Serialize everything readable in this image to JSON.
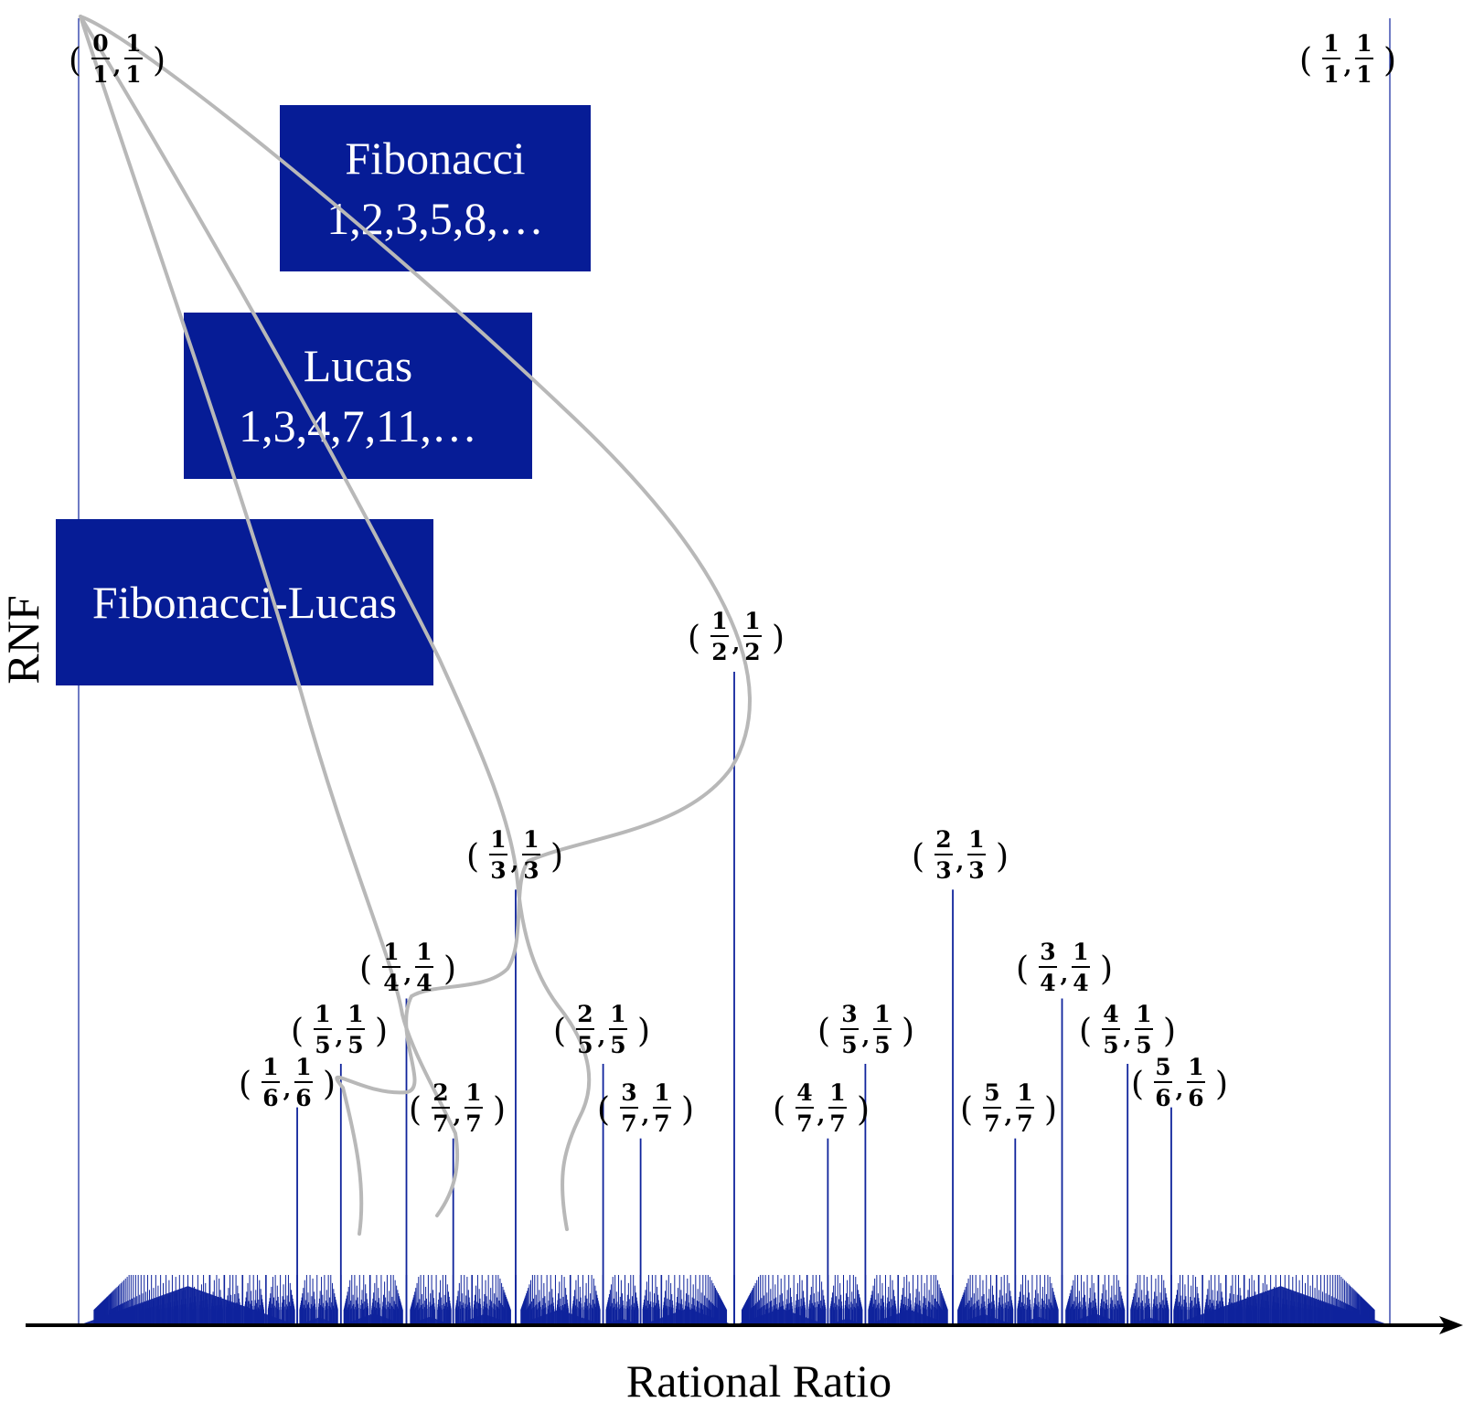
{
  "chart_data": {
    "type": "bar",
    "title": "",
    "xlabel": "Rational Ratio",
    "ylabel": "RNF",
    "xlim": [
      0,
      1
    ],
    "series_color": "#0f239c",
    "box_color": "#061c96",
    "curve_color": "#b8b8b8",
    "axis_color": "#000000",
    "labeled_points": [
      {
        "x": 0,
        "y": 1.0,
        "a": "0",
        "a_den": "1",
        "b": "1",
        "b_den": "1"
      },
      {
        "x": 1,
        "y": 1.0,
        "a": "1",
        "a_den": "1",
        "b": "1",
        "b_den": "1"
      },
      {
        "x": 0.5,
        "y": 0.5,
        "a": "1",
        "a_den": "2",
        "b": "1",
        "b_den": "2"
      },
      {
        "x": 0.3333,
        "y": 0.3333,
        "a": "1",
        "a_den": "3",
        "b": "1",
        "b_den": "3"
      },
      {
        "x": 0.6667,
        "y": 0.3333,
        "a": "2",
        "a_den": "3",
        "b": "1",
        "b_den": "3"
      },
      {
        "x": 0.25,
        "y": 0.25,
        "a": "1",
        "a_den": "4",
        "b": "1",
        "b_den": "4"
      },
      {
        "x": 0.75,
        "y": 0.25,
        "a": "3",
        "a_den": "4",
        "b": "1",
        "b_den": "4"
      },
      {
        "x": 0.2,
        "y": 0.2,
        "a": "1",
        "a_den": "5",
        "b": "1",
        "b_den": "5"
      },
      {
        "x": 0.4,
        "y": 0.2,
        "a": "2",
        "a_den": "5",
        "b": "1",
        "b_den": "5"
      },
      {
        "x": 0.6,
        "y": 0.2,
        "a": "3",
        "a_den": "5",
        "b": "1",
        "b_den": "5"
      },
      {
        "x": 0.8,
        "y": 0.2,
        "a": "4",
        "a_den": "5",
        "b": "1",
        "b_den": "5"
      },
      {
        "x": 0.1667,
        "y": 0.1667,
        "a": "1",
        "a_den": "6",
        "b": "1",
        "b_den": "6"
      },
      {
        "x": 0.8333,
        "y": 0.1667,
        "a": "5",
        "a_den": "6",
        "b": "1",
        "b_den": "6"
      },
      {
        "x": 0.2857,
        "y": 0.1429,
        "a": "2",
        "a_den": "7",
        "b": "1",
        "b_den": "7"
      },
      {
        "x": 0.4286,
        "y": 0.1429,
        "a": "3",
        "a_den": "7",
        "b": "1",
        "b_den": "7"
      },
      {
        "x": 0.5714,
        "y": 0.1429,
        "a": "4",
        "a_den": "7",
        "b": "1",
        "b_den": "7"
      },
      {
        "x": 0.7143,
        "y": 0.1429,
        "a": "5",
        "a_den": "7",
        "b": "1",
        "b_den": "7"
      }
    ],
    "annotations": [
      {
        "id": "fibonacci",
        "lines": [
          "Fibonacci",
          "1,2,3,5,8,…"
        ]
      },
      {
        "id": "lucas",
        "lines": [
          "Lucas",
          "1,3,4,7,11,…"
        ]
      },
      {
        "id": "fibonacci-lucas",
        "lines": [
          "Fibonacci-Lucas"
        ]
      }
    ],
    "grid": false,
    "legend": "none"
  }
}
